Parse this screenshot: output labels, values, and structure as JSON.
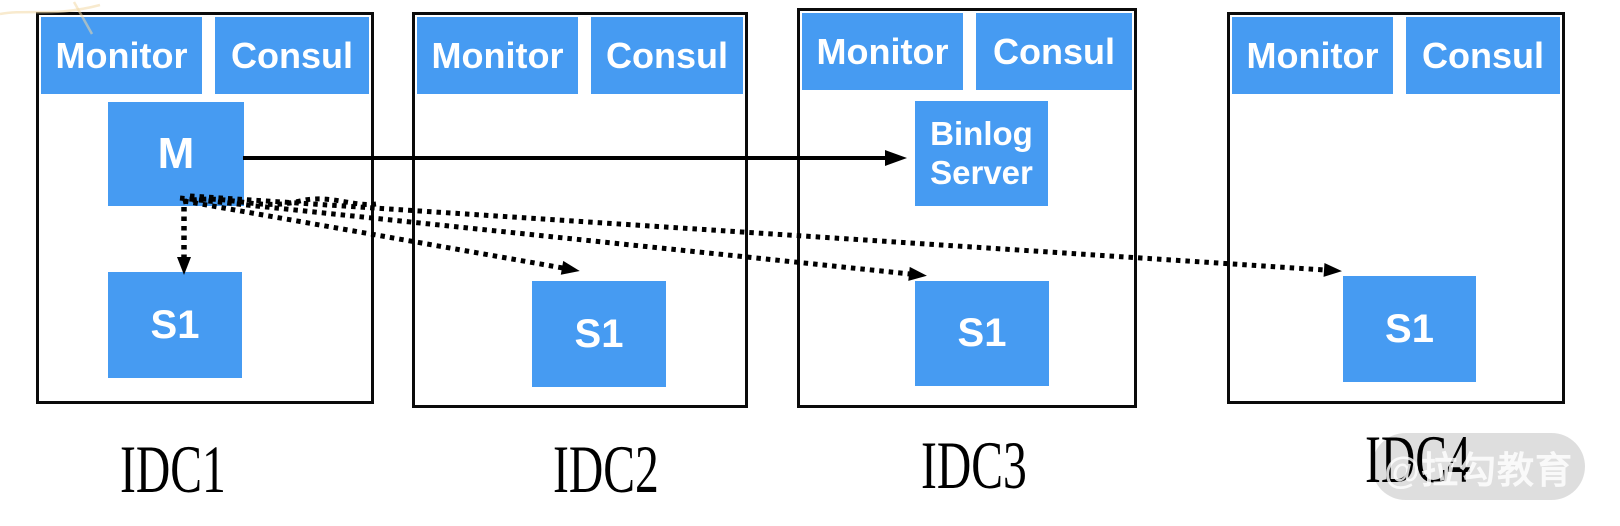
{
  "diagram": {
    "description": "Cross-IDC MySQL replication topology with Monitor/Consul per IDC",
    "colors": {
      "node_fill": "#469BF2",
      "node_text": "#FFFFFF",
      "box_border": "#0B0B0B",
      "edge": "#000000",
      "label_text": "#000000",
      "watermark_pill": "#D9D9D9",
      "watermark_text": "#FFFFFF"
    },
    "idcs": [
      {
        "label": "IDC1",
        "monitor": "Monitor",
        "consul": "Consul",
        "master": "M",
        "slave": "S1"
      },
      {
        "label": "IDC2",
        "monitor": "Monitor",
        "consul": "Consul",
        "slave": "S1"
      },
      {
        "label": "IDC3",
        "monitor": "Monitor",
        "consul": "Consul",
        "binlog": "Binlog Server",
        "slave": "S1"
      },
      {
        "label": "IDC4",
        "monitor": "Monitor",
        "consul": "Consul",
        "slave": "S1"
      }
    ],
    "edges": [
      {
        "from": "IDC1.M",
        "to": "IDC3.Binlog Server",
        "style": "solid-arrow"
      },
      {
        "from": "IDC1.M",
        "to": "IDC1.S1",
        "style": "dotted-arrow"
      },
      {
        "from": "IDC1.M",
        "to": "IDC2.S1",
        "style": "dotted-arrow"
      },
      {
        "from": "IDC1.M",
        "to": "IDC3.S1",
        "style": "dotted-arrow"
      },
      {
        "from": "IDC1.M",
        "to": "IDC4.S1",
        "style": "dotted-arrow"
      }
    ],
    "watermark": {
      "text": "@拉勾教育"
    }
  }
}
